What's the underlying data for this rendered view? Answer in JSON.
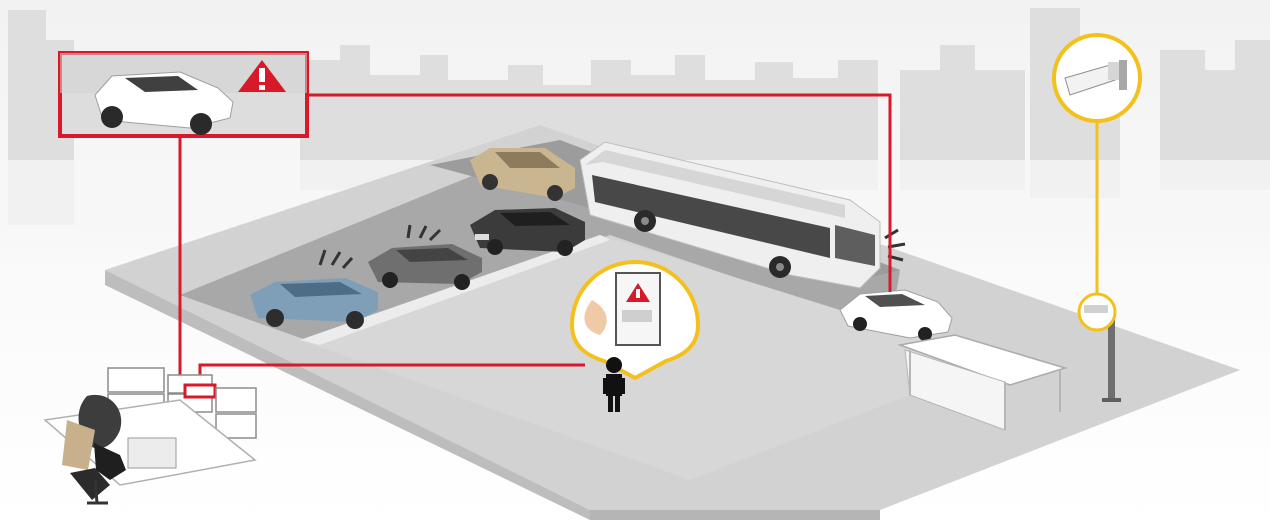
{
  "scene": {
    "type": "security-surveillance-illustration",
    "alert_icon": "warning-triangle-icon",
    "camera_icon": "security-camera-icon",
    "phone_alert_icon": "phone-alert-icon",
    "elements": [
      "city-skyline",
      "parking-lot",
      "bus",
      "parked-cars",
      "alerting-car",
      "bus-shelter",
      "camera-pole",
      "security-guard",
      "operator-desk",
      "monitor-wall"
    ]
  },
  "colors": {
    "alert_red": "#d7192a",
    "camera_yellow": "#f3c01c",
    "skyline_gray": "#dcdcdc",
    "ground_gray": "#c9c9c9",
    "parking_gray": "#a9a9a9",
    "car_blue": "#7f9fb8",
    "car_tan": "#c9b690",
    "car_dark": "#3b3b3b",
    "bus_body": "#efefef"
  }
}
